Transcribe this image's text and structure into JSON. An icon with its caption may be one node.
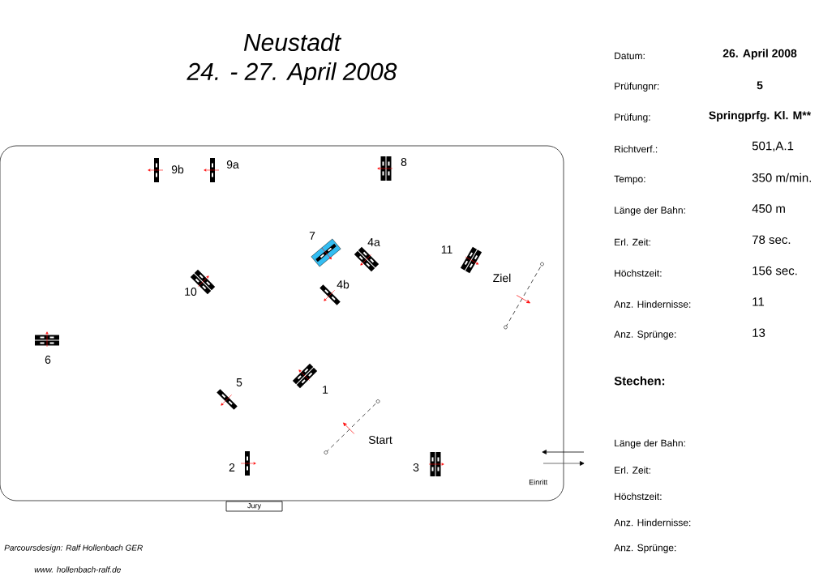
{
  "diagram": {
    "title": "Neustadt",
    "nodes": [
      {
        "text": [
          "Einritt"
        ]
      },
      {
        "text": [
          "Jury"
        ]
      },
      {
        "text": [],
        "shape": "bar",
        "in": 0,
        "beside": [
          "9b"
        ]
      },
      {
        "text": [],
        "shape": "bar",
        "in": 0,
        "beside": [
          "9a"
        ]
      },
      {
        "text": [],
        "shape": "bar",
        "in": 0,
        "beside": [
          "8"
        ]
      },
      {
        "text": [],
        "shape": "bar",
        "in": 0,
        "beside": [
          "7"
        ]
      },
      {
        "text": [],
        "shape": "bar",
        "in": 0,
        "beside": [
          "4a"
        ]
      },
      {
        "text": [],
        "shape": "bar",
        "in": 0,
        "beside": [
          "11"
        ]
      },
      {
        "text": [],
        "shape": "line",
        "in": 0,
        "beside": [
          "Ziel"
        ]
      },
      {
        "text": [],
        "shape": "bar",
        "in": 0,
        "beside": [
          "10"
        ]
      },
      {
        "text": [],
        "shape": "bar",
        "in": 0,
        "beside": [
          "4b"
        ]
      },
      {
        "text": [],
        "shape": "bar",
        "in": 0,
        "beside": [
          "6"
        ]
      },
      {
        "text": [],
        "shape": "bar",
        "in": 0,
        "beside": [
          "1"
        ]
      },
      {
        "text": [],
        "shape": "bar",
        "in": 0,
        "beside": [
          "5"
        ]
      },
      {
        "text": [],
        "shape": "line",
        "in": 0,
        "beside": [
          "Start"
        ]
      },
      {
        "text": [],
        "shape": "bar",
        "in": 0,
        "beside": [
          "2"
        ]
      },
      {
        "text": [],
        "shape": "bar",
        "in": 0,
        "beside": [
          "3"
        ]
      }
    ],
    "labels": [
      "24. - 27. April 2008",
      "Datum:",
      "26. April 2008",
      "Prüfungnr:",
      "5",
      "Prüfung:",
      "Springprfg. Kl. M**",
      "Richtverf.:",
      "501,A.1",
      "Tempo:",
      "350 m/min.",
      "Länge der Bahn:",
      "450 m",
      "Erl. Zeit:",
      "78 sec.",
      "Höchstzeit:",
      "156 sec.",
      "Anz. Hindernisse:",
      "11",
      "Anz. Sprünge:",
      "13",
      "Stechen:",
      "Länge der Bahn:",
      "Erl. Zeit:",
      "Höchstzeit:",
      "Anz. Hindernisse:",
      "Parcoursdesign: Ralf Hollenbach   GER",
      "Anz. Sprünge:",
      "www. hollenbach-ralf.de"
    ]
  }
}
